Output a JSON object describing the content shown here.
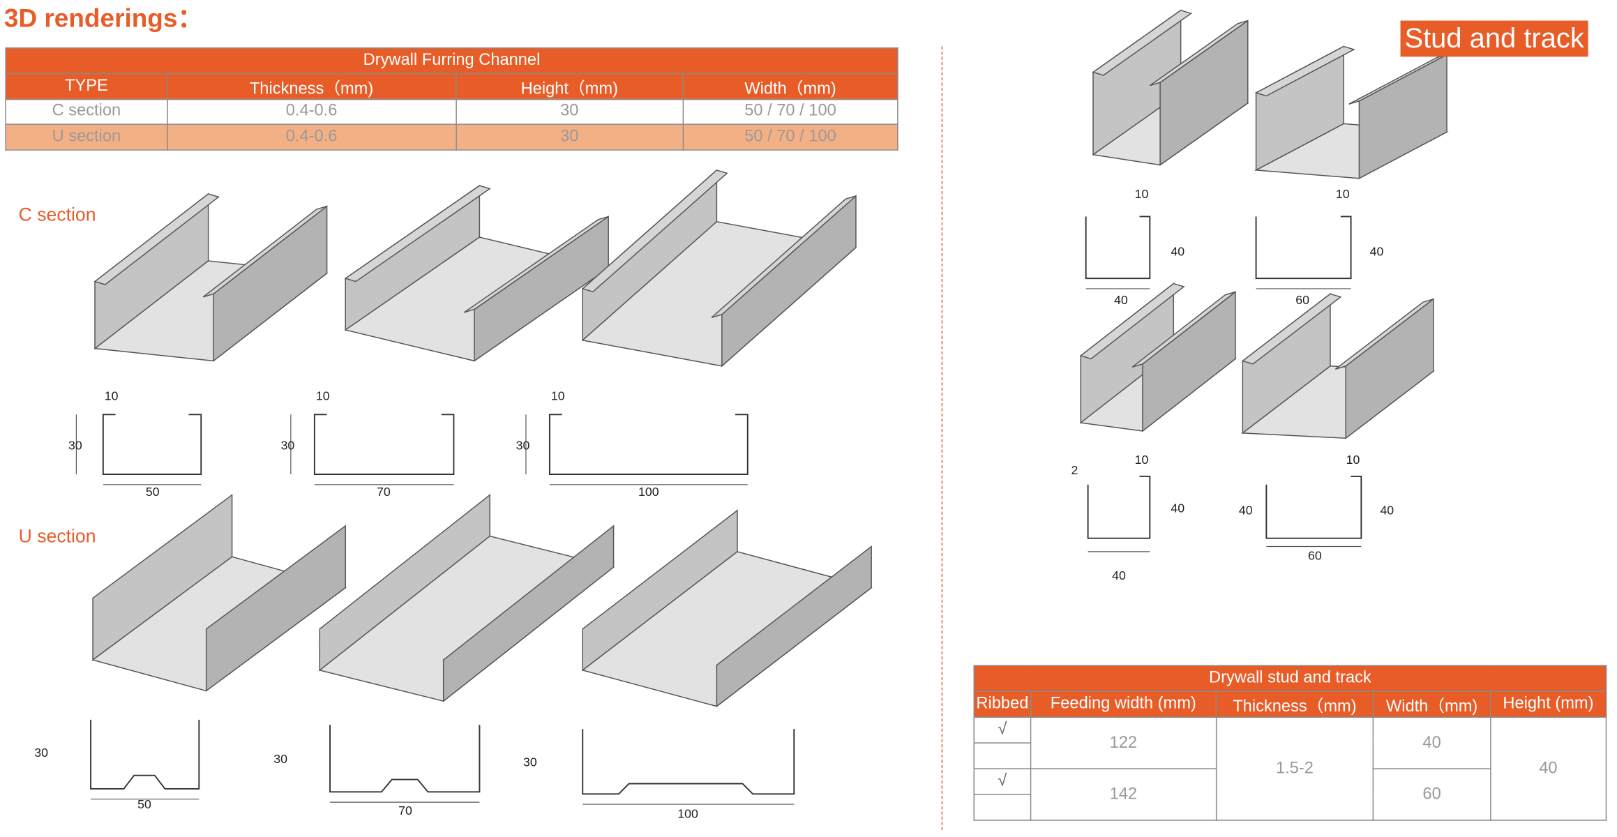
{
  "title": "3D renderings：",
  "stud_tag": "Stud and track",
  "labels": {
    "c_section": "C section",
    "u_section": "U section"
  },
  "furring_table": {
    "caption": "Drywall Furring Channel",
    "headers": [
      "TYPE",
      "Thickness（mm)",
      "Height（mm)",
      "Width（mm)"
    ],
    "rows": [
      [
        "C section",
        "0.4-0.6",
        "30",
        "50 / 70 / 100"
      ],
      [
        "U section",
        "0.4-0.6",
        "30",
        "50 / 70 / 100"
      ]
    ]
  },
  "stud_table": {
    "caption": "Drywall stud and track",
    "headers": [
      "Ribbed",
      "Feeding width (mm)",
      "Thickness（mm)",
      "Width（mm)",
      "Height (mm)"
    ],
    "check": "√",
    "feeding": [
      "122",
      "142"
    ],
    "thickness": "1.5-2",
    "widths": [
      "40",
      "60"
    ],
    "height": "40"
  },
  "dims": {
    "c": [
      [
        "10",
        "30",
        "50"
      ],
      [
        "10",
        "30",
        "70"
      ],
      [
        "10",
        "30",
        "100"
      ]
    ],
    "u": [
      [
        "30",
        "50"
      ],
      [
        "30",
        "70"
      ],
      [
        "30",
        "100"
      ]
    ],
    "s1": [
      "10",
      "40",
      "40"
    ],
    "s2": [
      "10",
      "40",
      "60"
    ],
    "s3": [
      "2",
      "10",
      "40",
      "40"
    ],
    "s4": [
      "40",
      "10",
      "40",
      "60"
    ]
  },
  "colors": {
    "accent": "#e85c28",
    "row_alt": "#f4b085"
  }
}
